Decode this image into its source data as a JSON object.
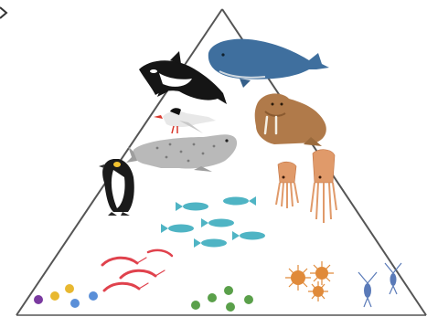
{
  "diagram": {
    "type": "food-pyramid",
    "colors": {
      "outline": "#555555",
      "whale": "#3f6f9e",
      "orca": "#151515",
      "walrus": "#b07a4a",
      "seal": "#b9b9b9",
      "tern": "#e8e8e8",
      "penguin": "#1a1a1a",
      "fish": "#4fb4c4",
      "squid": "#e09a6a",
      "krill": "#e0424d",
      "phytoplankton_purple": "#7a3aa0",
      "phytoplankton_yellow": "#e8b830",
      "phytoplankton_blue": "#5a8fd8",
      "algae_green": "#5aa04a",
      "zooplankton_orange": "#e08a3a",
      "copepod": "#5a7ab8"
    },
    "organisms": [
      "blue-whale",
      "orca",
      "arctic-tern",
      "walrus",
      "leopard-seal",
      "emperor-penguin",
      "fish-school",
      "squid",
      "krill",
      "phytoplankton",
      "green-algae",
      "radiolarian-zooplankton",
      "copepods"
    ]
  },
  "corner_mark": {
    "icon": "chevron-icon"
  }
}
